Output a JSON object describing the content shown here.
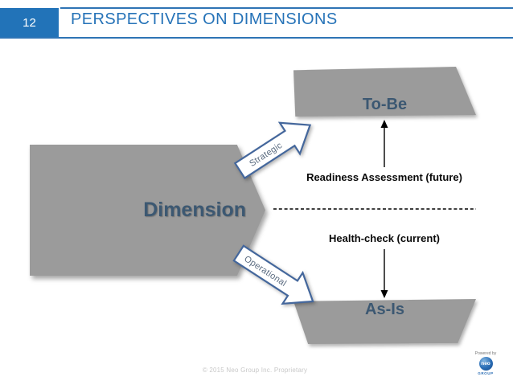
{
  "slide": {
    "page_number": "12",
    "title": "PERSPECTIVES ON DIMENSIONS"
  },
  "diagram": {
    "main_arrow_label": "Dimension",
    "strategic_arrow_label": "Strategic",
    "operational_arrow_label": "Operational",
    "to_be_label": "To-Be",
    "as_is_label": "As-Is",
    "readiness_label": "Readiness Assessment (future)",
    "health_check_label": "Health-check (current)"
  },
  "footer": {
    "copyright": "© 2015 Neo Group Inc. Proprietary",
    "powered_by": "Powered by",
    "logo_text": "neo",
    "logo_subtext": "GROUP"
  },
  "colors": {
    "accent_blue": "#2273B8",
    "title_blue": "#2673B8",
    "rule_blue": "#2E74B5",
    "shape_gray": "#9B9B9B",
    "shape_text_blue": "#3C5872",
    "arrow_outline_blue": "#44679C",
    "arrow_text_gray_blue": "#5A6B80",
    "footer_gray": "#C8C8C8"
  }
}
